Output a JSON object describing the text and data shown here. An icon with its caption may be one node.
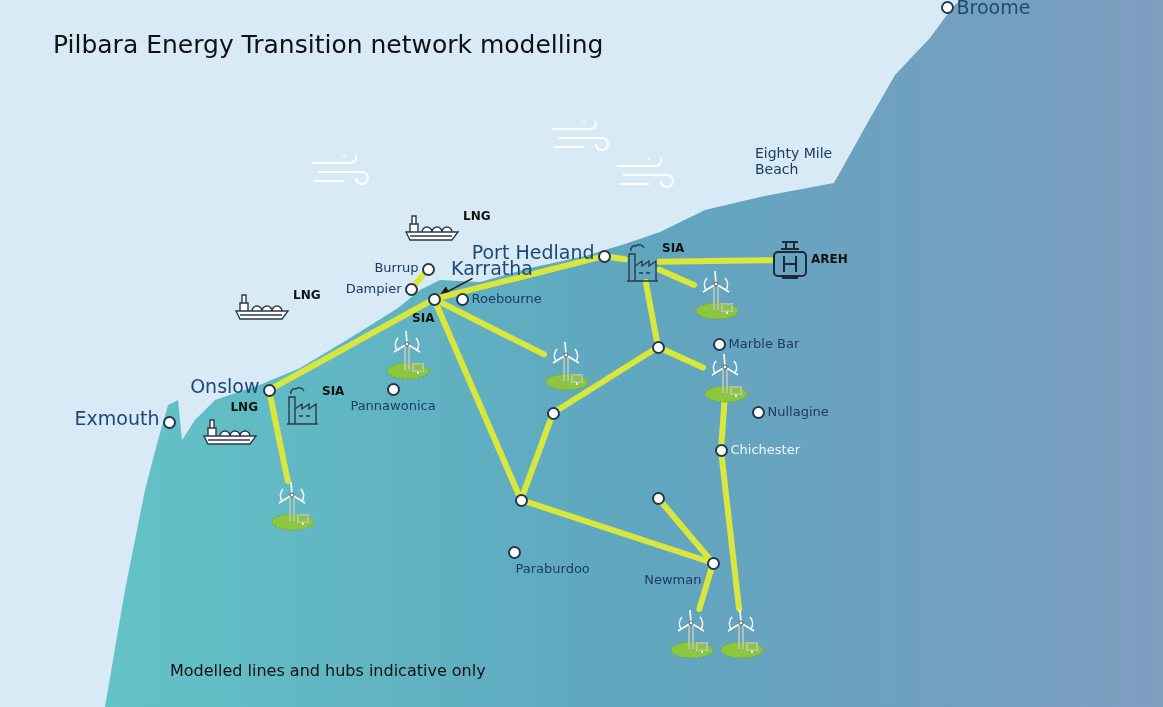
{
  "diagram": {
    "title": "Pilbara Energy Transition network modelling",
    "nodes": [
      {
        "text": [
          "Broome"
        ]
      },
      {
        "text": [
          "LNG"
        ]
      },
      {
        "text": [
          "Burrup"
        ]
      },
      {
        "text": [
          "Port Hedland"
        ]
      },
      {
        "text": [
          "Karratha"
        ]
      },
      {
        "text": [
          "Dampier"
        ]
      },
      {
        "text": [
          "SIA"
        ]
      },
      {
        "text": [
          "Roebourne"
        ]
      },
      {
        "text": [
          "LNG"
        ]
      },
      {
        "text": [
          "SIA"
        ]
      },
      {
        "text": [
          "AREH"
        ]
      },
      {
        "text": [],
        "shape": "picture"
      },
      {
        "text": [
          "Marble Bar"
        ]
      },
      {
        "text": [],
        "shape": "circle"
      },
      {
        "text": [],
        "shape": "picture"
      },
      {
        "text": [],
        "shape": "picture"
      },
      {
        "text": [
          "Onslow"
        ]
      },
      {
        "text": [
          "LNG"
        ]
      },
      {
        "text": [
          "SIA"
        ]
      },
      {
        "text": [
          "Pannawonica"
        ]
      },
      {
        "text": [],
        "shape": "picture"
      },
      {
        "text": [
          "Exmouth"
        ]
      },
      {
        "text": [
          "Nullagine"
        ]
      },
      {
        "text": [],
        "shape": "circle"
      },
      {
        "text": [
          "Chichester"
        ]
      },
      {
        "text": [],
        "shape": "circle"
      },
      {
        "text": [],
        "shape": "circle"
      },
      {
        "text": [],
        "shape": "picture"
      },
      {
        "text": [
          "Paraburdoo"
        ]
      },
      {
        "text": [
          "Newman"
        ]
      },
      {
        "text": [],
        "shape": "picture"
      },
      {
        "text": [],
        "shape": "picture"
      }
    ],
    "edges": [
      {
        "from": 2,
        "to": 5,
        "arrow": "none"
      },
      {
        "from": 4,
        "to": 6,
        "arrow": "to",
        "color": "#1a1a1a"
      },
      {
        "from": 16,
        "to": 6,
        "arrow": "none"
      },
      {
        "from": 6,
        "to": 3,
        "arrow": "none"
      },
      {
        "from": 3,
        "to": 9,
        "arrow": "none"
      },
      {
        "from": 9,
        "to": 10,
        "arrow": "none"
      },
      {
        "from": 9,
        "to": 11,
        "arrow": "none"
      },
      {
        "from": 9,
        "to": 13,
        "arrow": "none"
      },
      {
        "from": 13,
        "to": 23,
        "arrow": "none"
      },
      {
        "from": 13,
        "to": 20,
        "arrow": "none"
      },
      {
        "from": 6,
        "to": 15,
        "arrow": "none"
      },
      {
        "from": 6,
        "to": 26,
        "arrow": "none"
      },
      {
        "from": 23,
        "to": 26,
        "arrow": "none"
      },
      {
        "from": 26,
        "to": 29,
        "arrow": "none"
      },
      {
        "from": 25,
        "to": 29,
        "arrow": "none"
      },
      {
        "from": 29,
        "to": 30,
        "arrow": "none"
      },
      {
        "from": 20,
        "to": 24,
        "arrow": "none"
      },
      {
        "from": 24,
        "to": 31,
        "arrow": "none"
      },
      {
        "from": 16,
        "to": 27,
        "arrow": "none"
      }
    ],
    "labels": [
      "Eighty Mile Beach",
      "Modelled lines and hubs indicative only"
    ]
  }
}
